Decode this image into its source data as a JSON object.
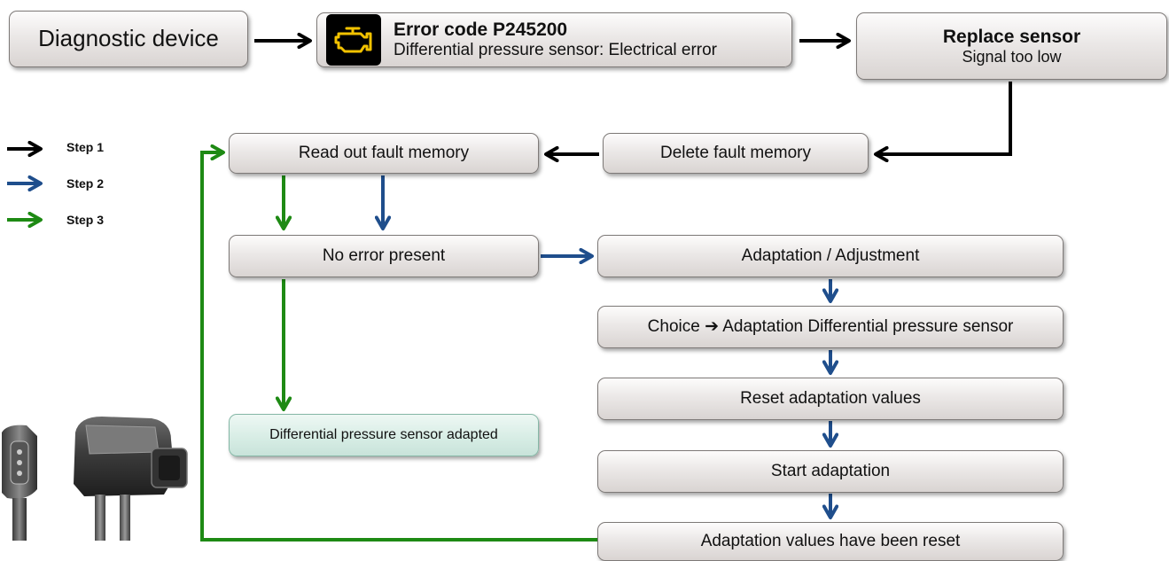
{
  "nodes": {
    "diagnostic_device": "Diagnostic device",
    "error_code_title": "Error code P245200",
    "error_code_desc": "Differential pressure sensor: Electrical error",
    "replace_sensor_title": "Replace sensor",
    "replace_sensor_sub": "Signal too low",
    "read_out": "Read out fault memory",
    "delete": "Delete fault memory",
    "no_error": "No error present",
    "adaptation_adjustment": "Adaptation / Adjustment",
    "choice": "Choice ➔ Adaptation Differential pressure sensor",
    "reset_values": "Reset adaptation values",
    "start": "Start adaptation",
    "values_reset": "Adaptation values have been reset",
    "sensor_adapted": "Differential pressure sensor adapted"
  },
  "legend": [
    {
      "label": "Step 1",
      "color": "#000000"
    },
    {
      "label": "Step 2",
      "color": "#1f4e8c"
    },
    {
      "label": "Step 3",
      "color": "#1e8a14"
    }
  ],
  "icons": {
    "engine_warning": "check-engine-icon",
    "engine_color": "#f2c200"
  }
}
